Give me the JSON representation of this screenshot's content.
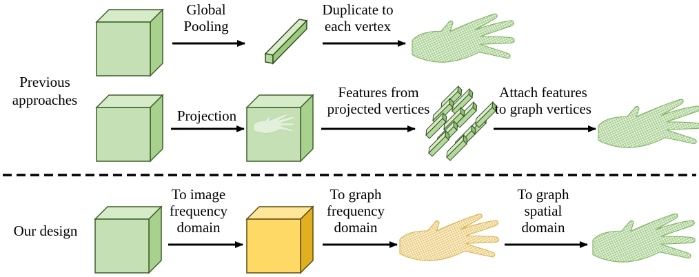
{
  "rows": {
    "previous": {
      "label_line1": "Previous",
      "label_line2": "approaches"
    },
    "ours": {
      "label": "Our design"
    }
  },
  "steps": {
    "global_pooling": [
      "Global",
      "Pooling"
    ],
    "duplicate": [
      "Duplicate to",
      "each vertex"
    ],
    "projection": [
      "Projection"
    ],
    "features_from": [
      "Features from",
      "projected vertices"
    ],
    "attach_features": [
      "Attach features",
      "to graph vertices"
    ],
    "to_image_freq": [
      "To image",
      "frequency",
      "domain"
    ],
    "to_graph_freq": [
      "To graph",
      "frequency",
      "domain"
    ],
    "to_graph_spatial": [
      "To graph",
      "spatial",
      "domain"
    ]
  },
  "colors": {
    "green_face": "#c5e0b4",
    "green_side": "#a9d18e",
    "green_edge": "#3b5f2a",
    "yellow_face": "#ffd966",
    "yellow_side": "#e0b020",
    "hand_green": "#7fb55f",
    "hand_yellow": "#d9b24a"
  }
}
